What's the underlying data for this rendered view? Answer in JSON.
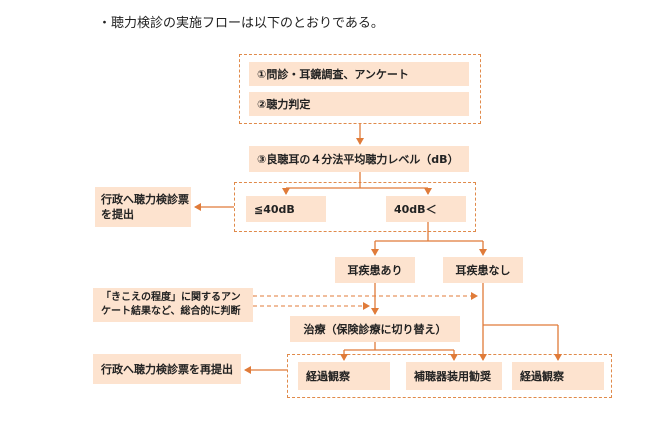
{
  "intro": "・聴力検診の実施フローは以下のとおりである。",
  "flow": {
    "step1": "①問診・耳鏡調査、アンケート",
    "step2": "②聴力判定",
    "step3": "③良聴耳の４分法平均聴力レベル（dB）",
    "le40": "≦40dB",
    "gt40": "40dB＜",
    "report1": "行政へ聴力検診票\nを提出",
    "with_disease": "耳疾患あり",
    "no_disease": "耳疾患なし",
    "survey_note": "「きこえの程度」に関するアンケート結果など、総合的に判断",
    "treatment": "治療（保険診療に切り替え）",
    "report2": "行政へ聴力検診票を再提出",
    "follow1": "経過観察",
    "hearing_aid": "補聴器装用勧奨",
    "follow2": "経過観察"
  },
  "colors": {
    "box_fill": "#fde3cf",
    "arrow": "#e07b39",
    "dashed_border": "#e08a4a"
  }
}
